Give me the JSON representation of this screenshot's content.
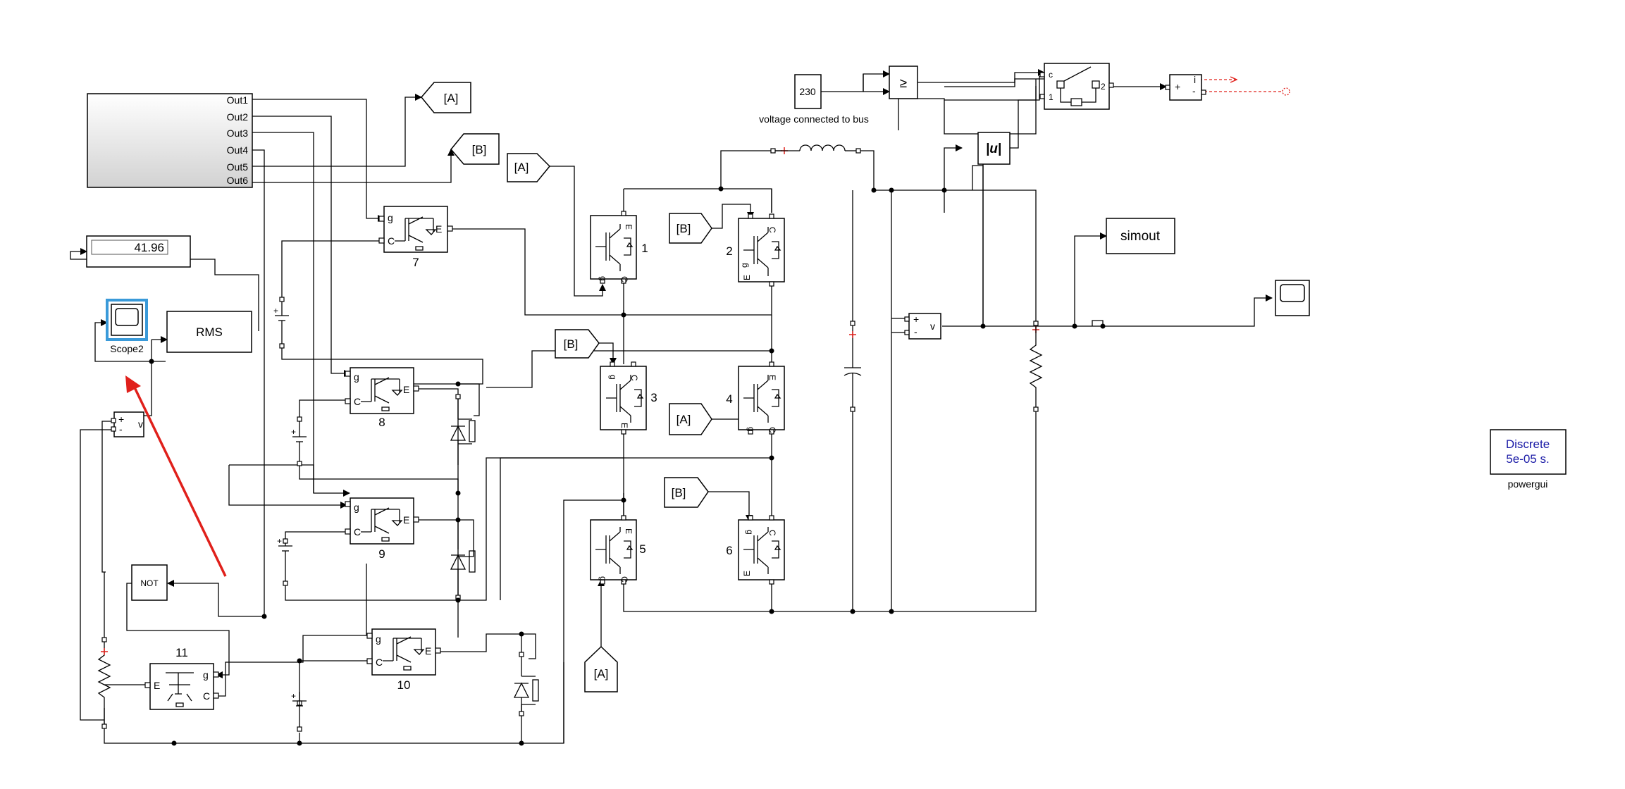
{
  "diagram": {
    "subsystem": {
      "ports": [
        "Out1",
        "Out2",
        "Out3",
        "Out4",
        "Out5",
        "Out6"
      ]
    },
    "goto_tags": {
      "goto_A": "[A]",
      "goto_B": "[B]"
    },
    "from_tags": {
      "from_A_1": "[A]",
      "from_B_1": "[B]",
      "from_B_2": "[B]",
      "from_A_2": "[A]",
      "from_B_3": "[B]",
      "from_A_3": "[A]"
    },
    "display": {
      "value": "41.96"
    },
    "scope2": {
      "label": "Scope2"
    },
    "rms": {
      "label": "RMS"
    },
    "not_gate": {
      "label": "NOT"
    },
    "voltmeters": {
      "vm_left": {
        "plus": "+",
        "minus": "-",
        "v": "v"
      },
      "vm_right": {
        "plus": "+",
        "minus": "-",
        "v": "v"
      }
    },
    "constant": {
      "value": "230",
      "caption": "voltage connected to bus"
    },
    "relop": {
      "symbol": "≥"
    },
    "switch_block": {
      "c": "c",
      "p1": "1",
      "p2": "2"
    },
    "abs_block": {
      "symbol": "|u|"
    },
    "cur_meas": {
      "plus": "+",
      "minus": "-",
      "i": "i"
    },
    "simout": {
      "label": "simout"
    },
    "powergui": {
      "line1": "Discrete",
      "line2": "5e-05 s.",
      "caption": "powergui"
    },
    "igbt_bridge": {
      "labels": [
        "1",
        "2",
        "3",
        "4",
        "5",
        "6"
      ],
      "pin_g": "g",
      "pin_c": "C",
      "pin_e": "E"
    },
    "aux_switches": {
      "labels": [
        "7",
        "8",
        "9",
        "10",
        "11"
      ],
      "pin_g": "g",
      "pin_c": "C",
      "pin_e": "E"
    },
    "dc_source": {
      "plus": "+"
    },
    "colors": {
      "highlight": "#3a9ad9",
      "annotation": "#e0201b",
      "powergui_text": "#1a1aa6"
    }
  }
}
